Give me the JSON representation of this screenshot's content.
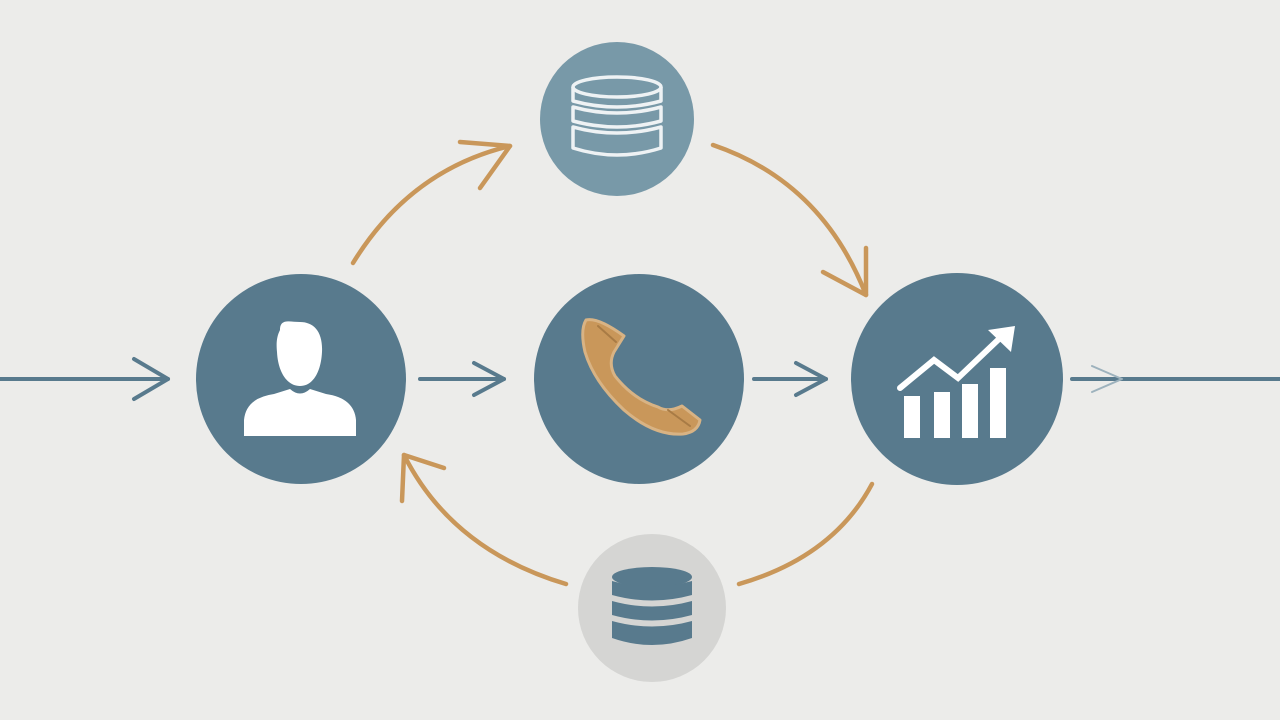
{
  "diagram": {
    "background": "#ececea",
    "colors": {
      "primary": "#587a8d",
      "secondary": "#7899a8",
      "muted_circle": "#d5d5d3",
      "accent": "#c9975a",
      "icon_light": "#ffffff",
      "icon_outline": "#eef2f4"
    },
    "nodes": [
      {
        "id": "user",
        "icon": "user-icon"
      },
      {
        "id": "phone",
        "icon": "phone-icon"
      },
      {
        "id": "analytics",
        "icon": "growth-chart-icon"
      },
      {
        "id": "database-top",
        "icon": "database-icon"
      },
      {
        "id": "database-bottom",
        "icon": "database-icon"
      }
    ],
    "flows": [
      {
        "from": "input",
        "to": "user",
        "style": "straight"
      },
      {
        "from": "user",
        "to": "phone",
        "style": "straight"
      },
      {
        "from": "phone",
        "to": "analytics",
        "style": "straight"
      },
      {
        "from": "analytics",
        "to": "output",
        "style": "straight"
      },
      {
        "from": "user",
        "to": "database-top",
        "style": "curved"
      },
      {
        "from": "database-top",
        "to": "analytics",
        "style": "curved"
      },
      {
        "from": "analytics",
        "to": "database-bottom",
        "style": "curved"
      },
      {
        "from": "database-bottom",
        "to": "user",
        "style": "curved"
      }
    ]
  }
}
